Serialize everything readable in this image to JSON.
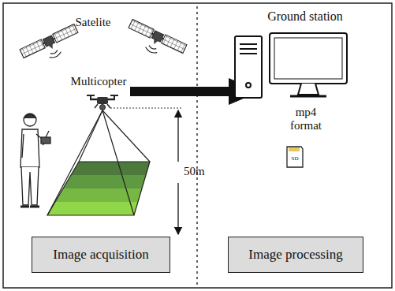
{
  "diagram": {
    "nodes": [
      {
        "text": [
          "Image acquisition"
        ]
      },
      {
        "text": [
          "Image processing"
        ]
      }
    ],
    "labels": [
      "Satelite",
      "Multicopter",
      "50m",
      "Ground station",
      "mp4 format",
      "SD"
    ]
  }
}
